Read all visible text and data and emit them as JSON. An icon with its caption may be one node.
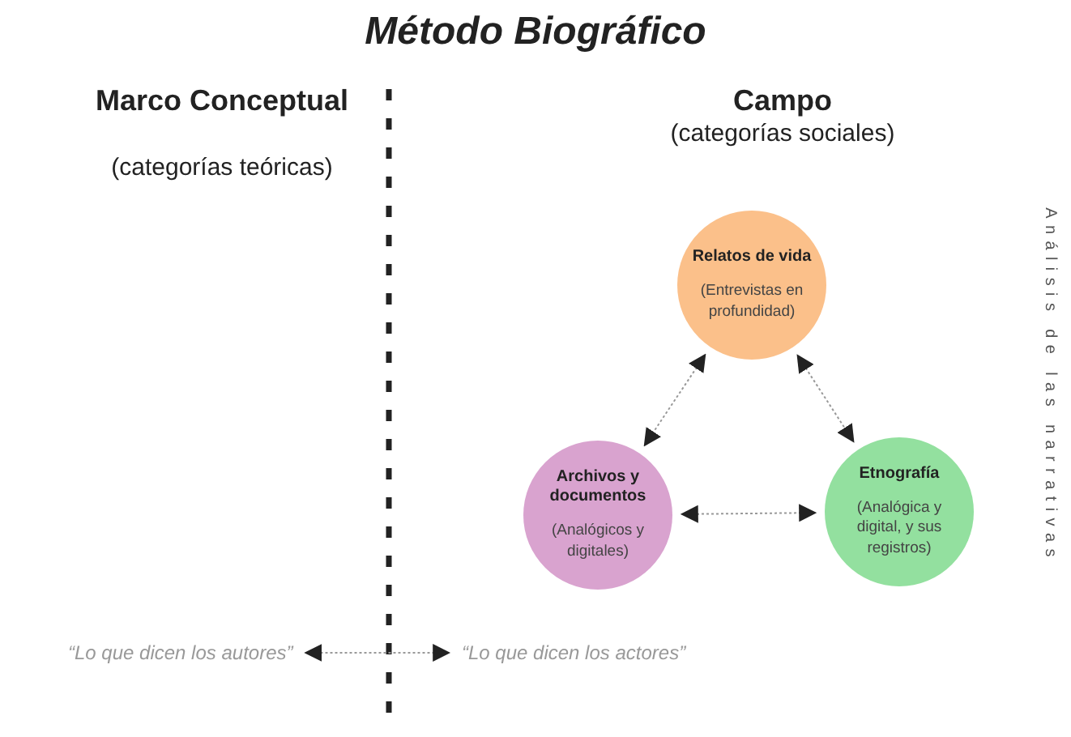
{
  "diagram": {
    "title": "Método Biográfico",
    "nodes": [
      {
        "text": [
          "Relatos de vida",
          "(Entrevistas en profundidad)"
        ]
      },
      {
        "text": [
          "Archivos y documentos",
          "(Analógicos y digitales)"
        ]
      },
      {
        "text": [
          "Etnografía",
          "(Analógica y digital, y sus registros)"
        ]
      },
      {
        "text": [
          "“Lo que dicen los autores”"
        ]
      },
      {
        "text": [
          "“Lo que dicen los actores”"
        ]
      }
    ],
    "edges": [
      {
        "from": 0,
        "to": 1,
        "arrow": "both"
      },
      {
        "from": 0,
        "to": 2,
        "arrow": "both"
      },
      {
        "from": 1,
        "to": 2,
        "arrow": "both"
      },
      {
        "from": 3,
        "to": 4,
        "arrow": "both"
      }
    ],
    "labels": [
      "Marco Conceptual",
      "(categorías teóricas)",
      "Campo",
      "(categorías sociales)",
      "Análisis de las narrativas"
    ]
  }
}
